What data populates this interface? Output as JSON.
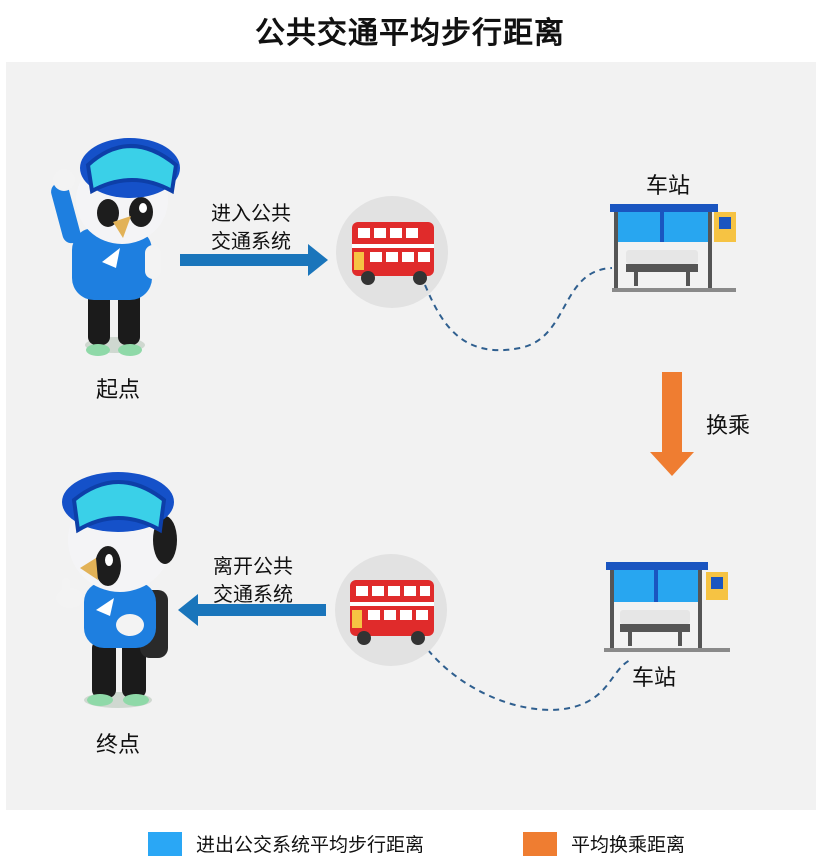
{
  "title": "公共交通平均步行距离",
  "labels": {
    "start": "起点",
    "end": "终点",
    "enter": [
      "进入公共",
      "交通系统"
    ],
    "exit": [
      "离开公共",
      "交通系统"
    ],
    "station_top": "车站",
    "station_bottom": "车站",
    "transfer": "换乘"
  },
  "legend": [
    {
      "label": "进出公交系统平均步行距离",
      "color": "#2aa7f5"
    },
    {
      "label": "平均换乘距离",
      "color": "#ef7d31"
    }
  ],
  "colors": {
    "arrow_blue": "#1a75bb",
    "arrow_orange": "#ef7d31",
    "bus_red": "#e02b2b",
    "station_blue": "#2aa7f5",
    "path_dash": "#2f5f8f"
  }
}
